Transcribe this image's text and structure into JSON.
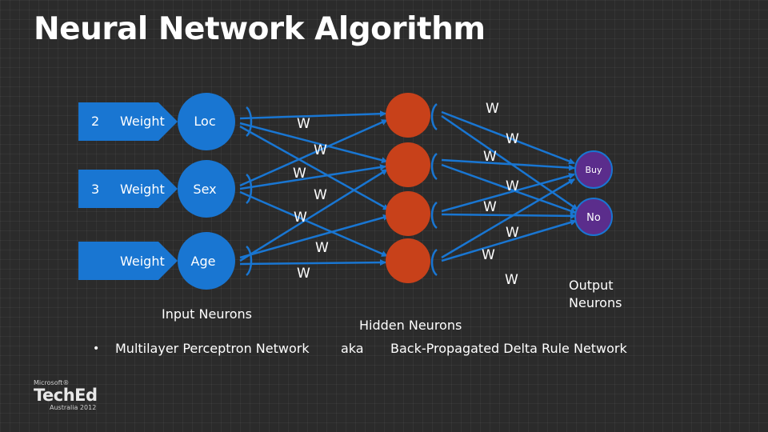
{
  "title": "Neural Network Algorithm",
  "colors": {
    "input_neuron": "#1976d2",
    "hidden_neuron": "#c8411a",
    "output_neuron": "#5b2d8c",
    "edge": "#1976d2",
    "background": "#2b2b2b"
  },
  "input_rows": [
    {
      "value": "2",
      "weight": "Weight",
      "feature": "Loc"
    },
    {
      "value": "3",
      "weight": "Weight",
      "feature": "Sex"
    },
    {
      "value": "",
      "weight": "Weight",
      "feature": "Age"
    }
  ],
  "weight_symbol": "W",
  "outputs": [
    "Buy",
    "No"
  ],
  "labels": {
    "input_neurons": "Input Neurons",
    "hidden_neurons": "Hidden Neurons",
    "output_neurons_line1": "Output",
    "output_neurons_line2": "Neurons"
  },
  "footer": {
    "bullet": "•",
    "network_type": "Multilayer Perceptron Network",
    "aka": "aka",
    "alt_name": "Back-Propagated Delta Rule Network"
  },
  "logo": {
    "vendor": "Microsoft®",
    "event": "TechEd",
    "edition": "Australia 2012"
  }
}
